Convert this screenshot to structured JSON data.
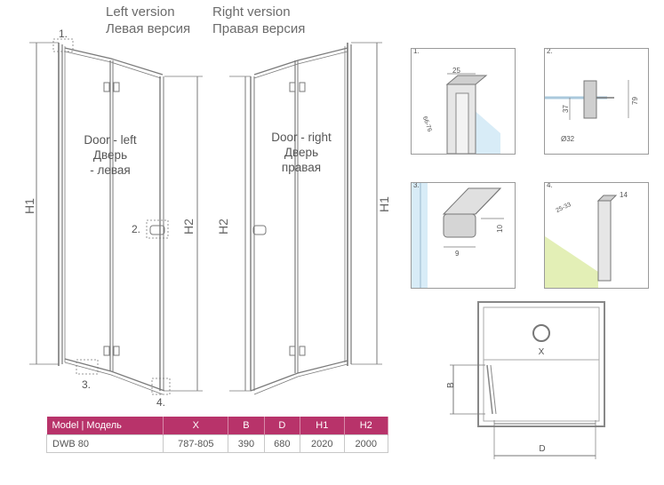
{
  "headers": {
    "left_en": "Left version",
    "left_ru": "Левая версия",
    "right_en": "Right version",
    "right_ru": "Правая версия"
  },
  "left_door": {
    "label_en": "Door - left",
    "label_ru1": "Дверь",
    "label_ru2": "- левая"
  },
  "right_door": {
    "label_en": "Door - right",
    "label_ru1": "Дверь",
    "label_ru2": "правая"
  },
  "callouts": {
    "c1": "1.",
    "c2": "2.",
    "c3": "3.",
    "c4": "4."
  },
  "dims": {
    "h1": "H1",
    "h2": "H2",
    "x": "X",
    "b": "B",
    "d": "D"
  },
  "details": {
    "d1": {
      "num": "1.",
      "w": "25",
      "range": "66-76"
    },
    "d2": {
      "num": "2.",
      "h1": "79",
      "h2": "37",
      "dia": "Ø32"
    },
    "d3": {
      "num": "3.",
      "h": "10",
      "w": "9"
    },
    "d4": {
      "num": "4.",
      "range": "25-33",
      "w": "14"
    }
  },
  "table": {
    "headers": [
      "Model | Модель",
      "X",
      "B",
      "D",
      "H1",
      "H2"
    ],
    "rows": [
      [
        "DWB 80",
        "787-805",
        "390",
        "680",
        "2020",
        "2000"
      ]
    ]
  },
  "colors": {
    "accent": "#b8336a",
    "glass": "#d8ecf7",
    "floor": "#e3efb6",
    "frame": "#9a9a9a"
  }
}
